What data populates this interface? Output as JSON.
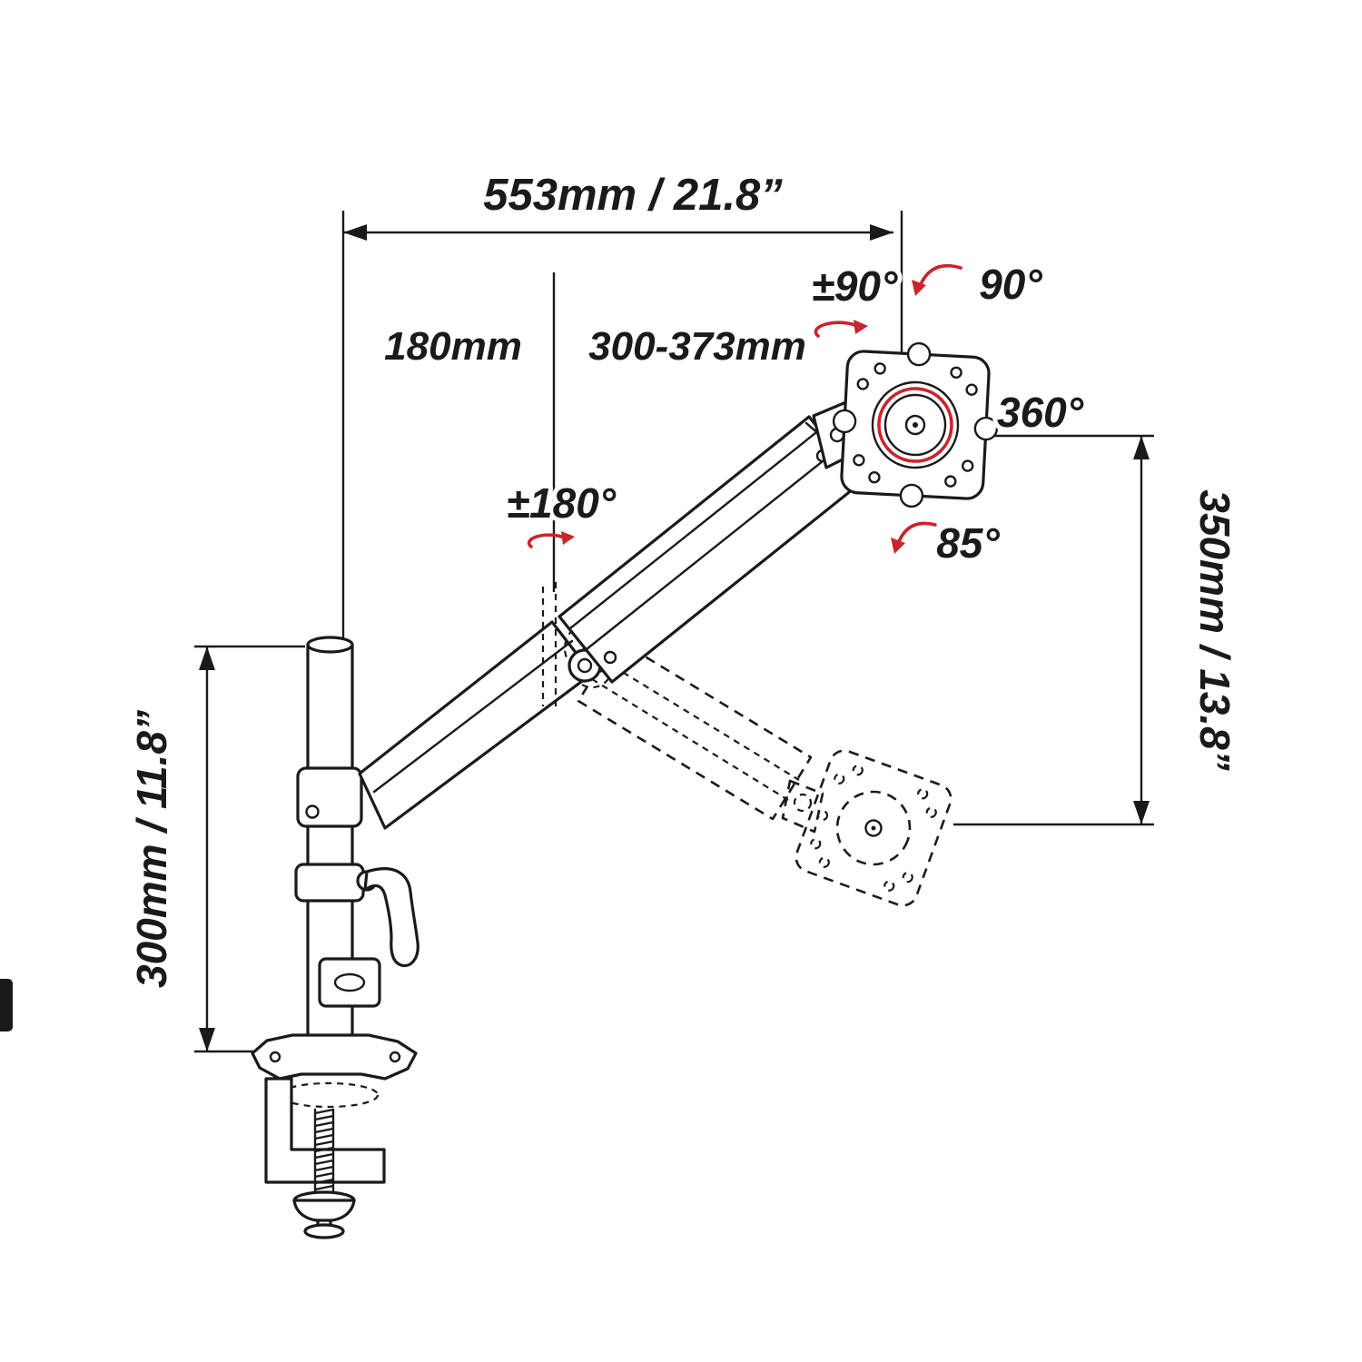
{
  "title": "Gas-spring monitor desk mount arm dimension diagram",
  "colors": {
    "line": "#1a1a1a",
    "accent": "#c9252c",
    "bg": "#ffffff"
  },
  "labels": {
    "span_total": "553mm / 21.8”",
    "span_pole_offset": "180mm",
    "span_arm_reach": "300-373mm",
    "rotate_swivel": "±90°",
    "rotate_tilt_up": "90°",
    "rotate_full": "360°",
    "rotate_arm": "±180°",
    "rotate_tilt_down": "85°",
    "height_range": "350mm / 13.8”",
    "pole_height": "300mm / 11.8”"
  }
}
